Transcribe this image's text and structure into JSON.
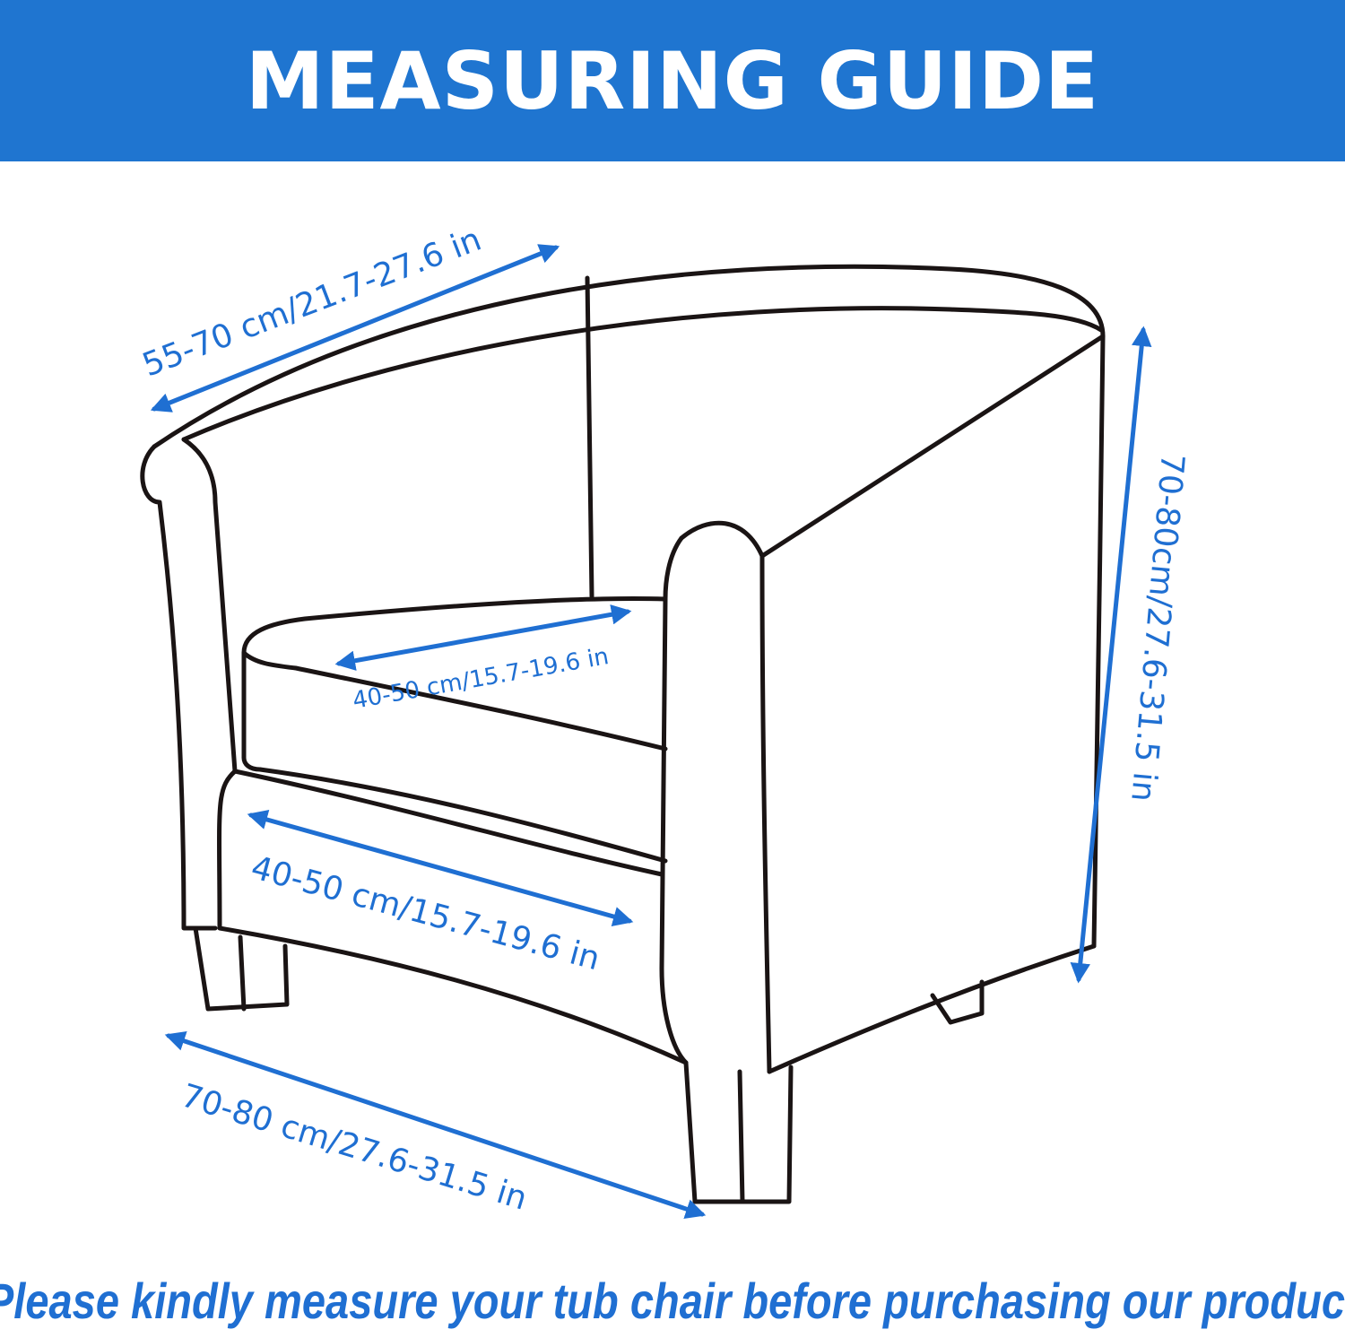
{
  "header": {
    "title": "MEASURING GUIDE"
  },
  "measurements": {
    "back_width": "55-70 cm/21.7-27.6 in",
    "seat_depth": "40-50 cm/15.7-19.6 in",
    "front_width": "40-50 cm/15.7-19.6 in",
    "height": "70-80cm/27.6-31.5 in",
    "overall_width": "70-80 cm/27.6-31.5 in"
  },
  "footer": {
    "note": "Please kindly measure your tub chair before purchasing our product"
  },
  "colors": {
    "banner": "#1f75d0",
    "accent": "#1f6fd2",
    "outline": "#1a1414"
  }
}
